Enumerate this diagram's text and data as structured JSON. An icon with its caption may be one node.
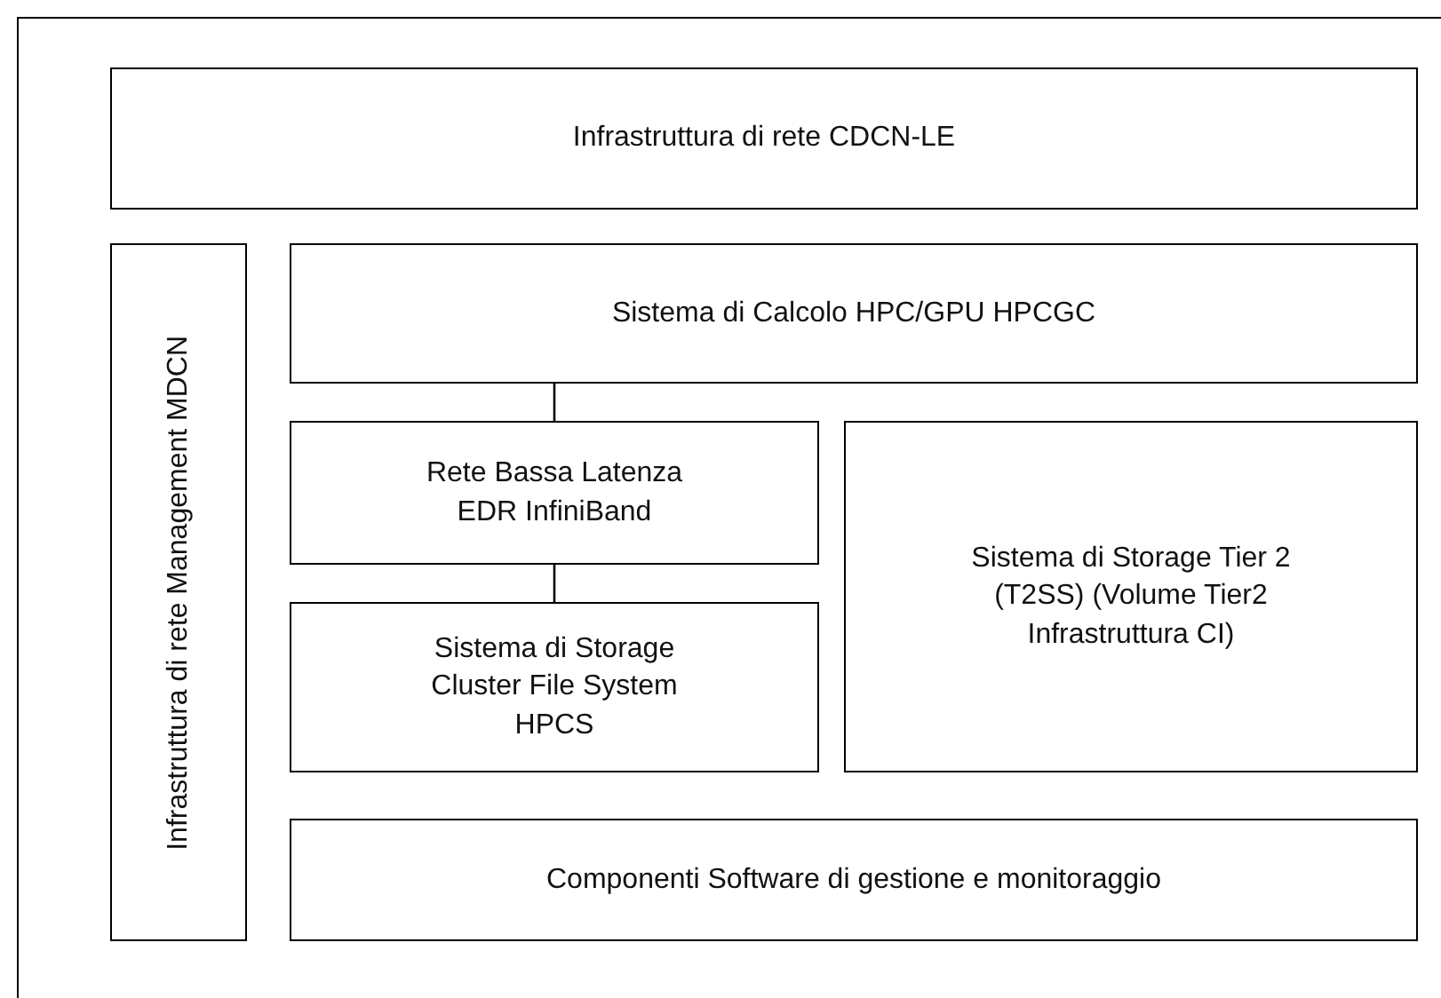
{
  "diagram": {
    "nodes": [
      {
        "text": [
          "Infrastruttura di rete CDCN-LE"
        ]
      },
      {
        "text": [
          "Infrastruttura di rete Management MDCN"
        ]
      },
      {
        "text": [
          "Sistema di Calcolo HPC/GPU HPCGC"
        ]
      },
      {
        "text": [
          "Rete Bassa Latenza EDR InfiniBand"
        ]
      },
      {
        "text": [
          "Sistema di Storage Cluster File System HPCS"
        ]
      },
      {
        "text": [
          "Sistema di Storage Tier 2 (T2SS) (Volume Tier2 Infrastruttura CI)"
        ]
      },
      {
        "text": [
          "Componenti Software di gestione e monitoraggio"
        ]
      }
    ],
    "edges": [
      {
        "from": 2,
        "to": 3,
        "arrow": "none"
      },
      {
        "from": 3,
        "to": 4,
        "arrow": "none"
      }
    ]
  }
}
